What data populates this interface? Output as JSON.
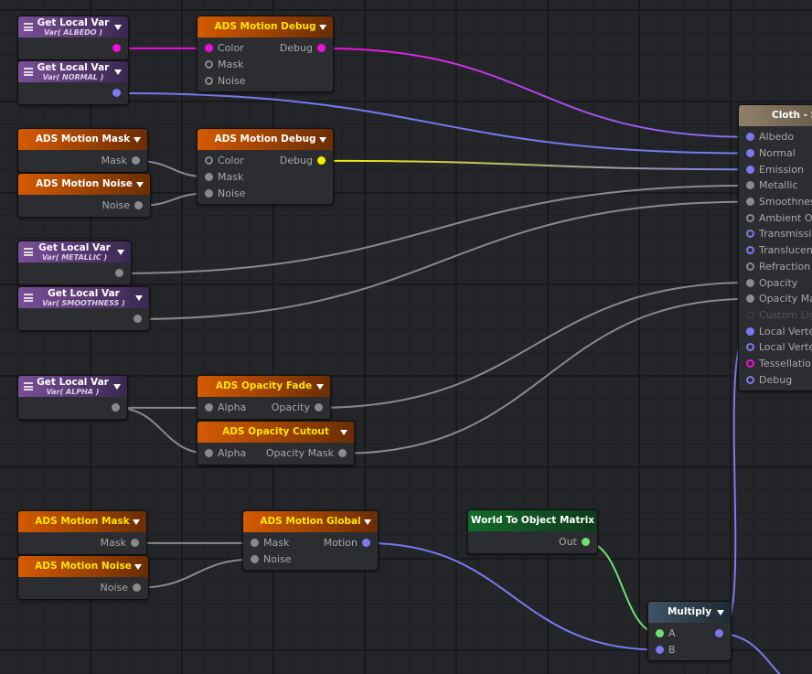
{
  "colors": {
    "vector": "#7b78f0",
    "float": "#8a8a8a",
    "color": "#ee11dd",
    "debug": "#f0f000",
    "matrix": "#6fe06f",
    "disabled": "#3a3a3a",
    "wire_float": "#8a8a8a"
  },
  "nodes": [
    {
      "id": "glv_albedo",
      "kind": "lv",
      "title": "Get Local Var",
      "subtitle": "Var( ALBEDO )",
      "menu": true,
      "dropdown": true,
      "rows": [
        {
          "out": {
            "label": "",
            "type": "color",
            "connected": true
          }
        }
      ]
    },
    {
      "id": "glv_normal",
      "kind": "lv",
      "title": "Get Local Var",
      "subtitle": "Var( NORMAL )",
      "menu": true,
      "dropdown": true,
      "rows": [
        {
          "out": {
            "label": "",
            "type": "vector",
            "connected": true
          }
        }
      ]
    },
    {
      "id": "debug1",
      "kind": "ads",
      "title": "ADS Motion Debug",
      "highlight": true,
      "dropdown": true,
      "rows": [
        {
          "in": {
            "label": "Color",
            "type": "color",
            "connected": true
          },
          "out": {
            "label": "Debug",
            "type": "color",
            "connected": true
          }
        },
        {
          "in": {
            "label": "Mask",
            "type": "float",
            "connected": false
          }
        },
        {
          "in": {
            "label": "Noise",
            "type": "float",
            "connected": false
          }
        }
      ]
    },
    {
      "id": "mask1",
      "kind": "ads",
      "title": "ADS Motion Mask",
      "dropdown": true,
      "rows": [
        {
          "out": {
            "label": "Mask",
            "type": "float",
            "connected": true
          }
        }
      ]
    },
    {
      "id": "noise1",
      "kind": "ads",
      "title": "ADS Motion Noise",
      "dropdown": true,
      "rows": [
        {
          "out": {
            "label": "Noise",
            "type": "float",
            "connected": true
          }
        }
      ]
    },
    {
      "id": "debug2",
      "kind": "ads",
      "title": "ADS Motion Debug",
      "dropdown": true,
      "rows": [
        {
          "in": {
            "label": "Color",
            "type": "float",
            "connected": false
          },
          "out": {
            "label": "Debug",
            "type": "debug",
            "connected": true
          }
        },
        {
          "in": {
            "label": "Mask",
            "type": "float",
            "connected": true
          }
        },
        {
          "in": {
            "label": "Noise",
            "type": "float",
            "connected": true
          }
        }
      ]
    },
    {
      "id": "glv_metallic",
      "kind": "lv",
      "title": "Get Local Var",
      "subtitle": "Var( METALLIC )",
      "menu": true,
      "dropdown": true,
      "rows": [
        {
          "out": {
            "label": "",
            "type": "float",
            "connected": true
          }
        }
      ]
    },
    {
      "id": "glv_smooth",
      "kind": "lv",
      "title": "Get Local Var",
      "subtitle": "Var( SMOOTHNESS )",
      "menu": true,
      "dropdown": true,
      "rows": [
        {
          "out": {
            "label": "",
            "type": "float",
            "connected": true
          }
        }
      ]
    },
    {
      "id": "glv_alpha",
      "kind": "lv",
      "title": "Get Local Var",
      "subtitle": "Var( ALPHA )",
      "menu": true,
      "dropdown": true,
      "rows": [
        {
          "out": {
            "label": "",
            "type": "float",
            "connected": true
          }
        }
      ]
    },
    {
      "id": "opfade",
      "kind": "ads",
      "title": "ADS Opacity Fade",
      "highlight": true,
      "dropdown": true,
      "rows": [
        {
          "in": {
            "label": "Alpha",
            "type": "float",
            "connected": true
          },
          "out": {
            "label": "Opacity",
            "type": "float",
            "connected": true
          }
        }
      ]
    },
    {
      "id": "opcut",
      "kind": "ads",
      "title": "ADS Opacity Cutout",
      "highlight": true,
      "dropdown": true,
      "rows": [
        {
          "in": {
            "label": "Alpha",
            "type": "float",
            "connected": true
          },
          "out": {
            "label": "Opacity Mask",
            "type": "float",
            "connected": true
          }
        }
      ]
    },
    {
      "id": "mask2",
      "kind": "ads",
      "title": "ADS Motion Mask",
      "highlight": true,
      "dropdown": true,
      "rows": [
        {
          "out": {
            "label": "Mask",
            "type": "float",
            "connected": true
          }
        }
      ]
    },
    {
      "id": "noise2",
      "kind": "ads",
      "title": "ADS Motion Noise",
      "highlight": true,
      "dropdown": true,
      "rows": [
        {
          "out": {
            "label": "Noise",
            "type": "float",
            "connected": true
          }
        }
      ]
    },
    {
      "id": "global",
      "kind": "ads",
      "title": "ADS Motion Global",
      "highlight": true,
      "dropdown": true,
      "rows": [
        {
          "in": {
            "label": "Mask",
            "type": "float",
            "connected": true
          },
          "out": {
            "label": "Motion",
            "type": "vector",
            "connected": true
          }
        },
        {
          "in": {
            "label": "Noise",
            "type": "float",
            "connected": true
          }
        }
      ]
    },
    {
      "id": "w2o",
      "kind": "mat",
      "title": "World To Object Matrix",
      "rows": [
        {
          "out": {
            "label": "Out",
            "type": "matrix",
            "connected": true
          }
        }
      ]
    },
    {
      "id": "mul",
      "kind": "mul",
      "title": "Multiply",
      "dropdown": true,
      "rows": [
        {
          "in": {
            "label": "A",
            "type": "matrix",
            "connected": true
          },
          "out": {
            "label": "",
            "type": "vector",
            "connected": true
          }
        },
        {
          "in": {
            "label": "B",
            "type": "vector",
            "connected": true
          }
        }
      ]
    },
    {
      "id": "cloth",
      "kind": "out",
      "title": "Cloth - S",
      "rows": [
        {
          "in": {
            "label": "Albedo",
            "type": "vector",
            "connected": true
          }
        },
        {
          "in": {
            "label": "Normal",
            "type": "vector",
            "connected": true
          }
        },
        {
          "in": {
            "label": "Emission",
            "type": "vector",
            "connected": true
          }
        },
        {
          "in": {
            "label": "Metallic",
            "type": "float",
            "connected": true
          }
        },
        {
          "in": {
            "label": "Smoothness",
            "type": "float",
            "connected": true
          }
        },
        {
          "in": {
            "label": "Ambient O",
            "type": "float",
            "connected": false
          }
        },
        {
          "in": {
            "label": "Transmissi",
            "type": "vector",
            "connected": false
          }
        },
        {
          "in": {
            "label": "Translucen",
            "type": "vector",
            "connected": false
          }
        },
        {
          "in": {
            "label": "Refraction",
            "type": "float",
            "connected": false
          }
        },
        {
          "in": {
            "label": "Opacity",
            "type": "float",
            "connected": true
          }
        },
        {
          "in": {
            "label": "Opacity Ma",
            "type": "float",
            "connected": true
          }
        },
        {
          "in": {
            "label": "Custom Lig",
            "type": "disabled",
            "connected": false
          }
        },
        {
          "in": {
            "label": "Local Verte",
            "type": "vector",
            "connected": true
          }
        },
        {
          "in": {
            "label": "Local Verte",
            "type": "vector",
            "connected": false
          }
        },
        {
          "in": {
            "label": "Tessellatio",
            "type": "color",
            "connected": false
          }
        },
        {
          "in": {
            "label": "Debug",
            "type": "vector",
            "connected": false
          }
        }
      ]
    }
  ],
  "connections": [
    {
      "from": "glv_albedo.0",
      "to": "debug1.0",
      "color": "color"
    },
    {
      "from": "debug1.0",
      "to": "cloth.0",
      "color": "color",
      "to_color": "vector"
    },
    {
      "from": "glv_normal.0",
      "to": "cloth.1",
      "color": "vector"
    },
    {
      "from": "debug2.0",
      "to": "cloth.2",
      "color": "debug",
      "to_color": "vector"
    },
    {
      "from": "mask1.0",
      "to": "debug2.1",
      "color": "wire_float"
    },
    {
      "from": "noise1.0",
      "to": "debug2.2",
      "color": "wire_float"
    },
    {
      "from": "glv_metallic.0",
      "to": "cloth.3",
      "color": "wire_float"
    },
    {
      "from": "glv_smooth.0",
      "to": "cloth.4",
      "color": "wire_float"
    },
    {
      "from": "glv_alpha.0",
      "to": "opfade.0",
      "color": "wire_float"
    },
    {
      "from": "glv_alpha.0",
      "to": "opcut.0",
      "color": "wire_float"
    },
    {
      "from": "opfade.0",
      "to": "cloth.9",
      "color": "wire_float"
    },
    {
      "from": "opcut.0",
      "to": "cloth.10",
      "color": "wire_float"
    },
    {
      "from": "mask2.0",
      "to": "global.0",
      "color": "wire_float"
    },
    {
      "from": "noise2.0",
      "to": "global.1",
      "color": "wire_float"
    },
    {
      "from": "global.0",
      "to": "mul.1",
      "color": "vector"
    },
    {
      "from": "w2o.0",
      "to": "mul.0",
      "color": "matrix"
    },
    {
      "from": "mul.0",
      "to": "cloth.12",
      "color": "vector"
    },
    {
      "from": "mul.0",
      "to": "offscreen",
      "color": "vector"
    }
  ]
}
